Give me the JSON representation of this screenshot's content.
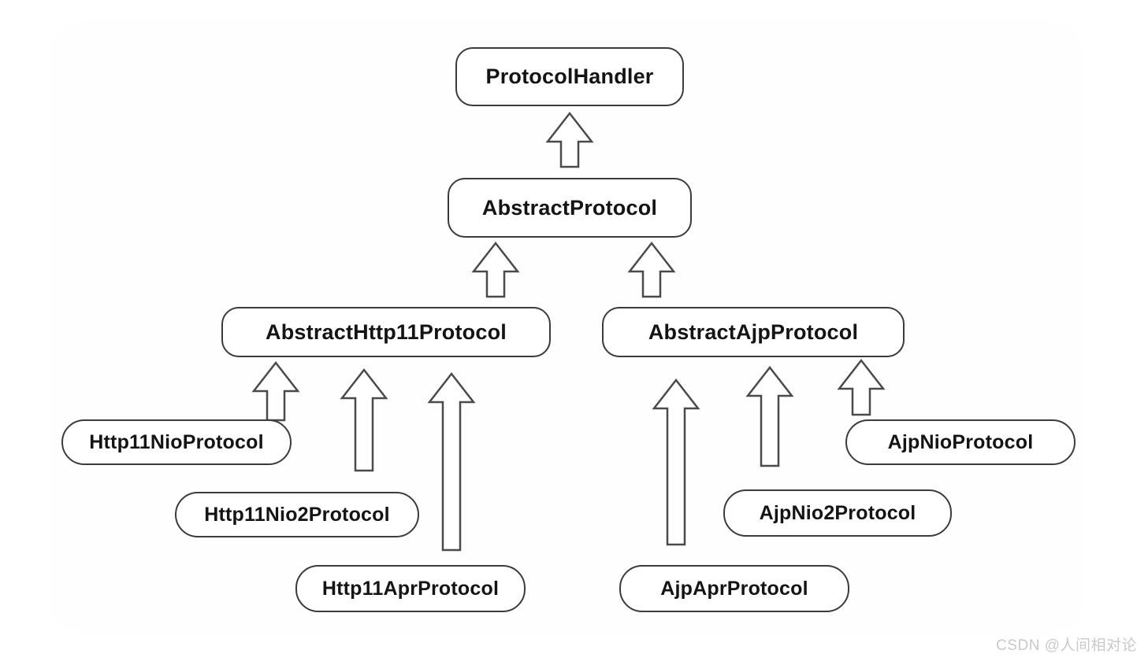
{
  "diagram": {
    "nodes": [
      {
        "id": "protocol-handler",
        "label": "ProtocolHandler"
      },
      {
        "id": "abstract-protocol",
        "label": "AbstractProtocol"
      },
      {
        "id": "abstract-http11-protocol",
        "label": "AbstractHttp11Protocol"
      },
      {
        "id": "abstract-ajp-protocol",
        "label": "AbstractAjpProtocol"
      },
      {
        "id": "http11-nio-protocol",
        "label": "Http11NioProtocol"
      },
      {
        "id": "http11-nio2-protocol",
        "label": "Http11Nio2Protocol"
      },
      {
        "id": "http11-apr-protocol",
        "label": "Http11AprProtocol"
      },
      {
        "id": "ajp-apr-protocol",
        "label": "AjpAprProtocol"
      },
      {
        "id": "ajp-nio2-protocol",
        "label": "AjpNio2Protocol"
      },
      {
        "id": "ajp-nio-protocol",
        "label": "AjpNioProtocol"
      }
    ],
    "edges": [
      {
        "from": "AbstractProtocol",
        "to": "ProtocolHandler"
      },
      {
        "from": "AbstractHttp11Protocol",
        "to": "AbstractProtocol"
      },
      {
        "from": "AbstractAjpProtocol",
        "to": "AbstractProtocol"
      },
      {
        "from": "Http11NioProtocol",
        "to": "AbstractHttp11Protocol"
      },
      {
        "from": "Http11Nio2Protocol",
        "to": "AbstractHttp11Protocol"
      },
      {
        "from": "Http11AprProtocol",
        "to": "AbstractHttp11Protocol"
      },
      {
        "from": "AjpAprProtocol",
        "to": "AbstractAjpProtocol"
      },
      {
        "from": "AjpNio2Protocol",
        "to": "AbstractAjpProtocol"
      },
      {
        "from": "AjpNioProtocol",
        "to": "AbstractAjpProtocol"
      }
    ],
    "colors": {
      "box_fill": "#ffffff",
      "box_border": "#3b3b3b",
      "text": "#141414",
      "arrow_outline": "#4a4a4a",
      "watermark": "#c9c9c9"
    }
  },
  "watermark": {
    "text": "CSDN @人间相对论"
  }
}
